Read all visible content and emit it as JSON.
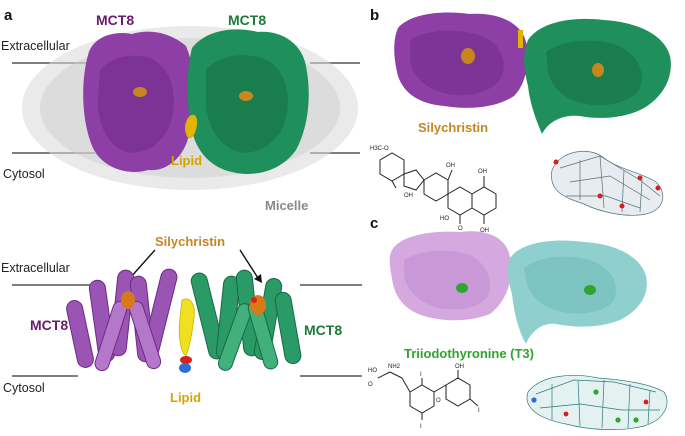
{
  "panels": {
    "a": "a",
    "b": "b",
    "c": "c"
  },
  "panel_a_top": {
    "extracellular": "Extracellular",
    "cytosol": "Cytosol",
    "mct8_left": "MCT8",
    "mct8_right": "MCT8",
    "lipid": "Lipid",
    "micelle": "Micelle"
  },
  "panel_a_bottom": {
    "silychristin": "Silychristin",
    "extracellular": "Extracellular",
    "cytosol": "Cytosol",
    "mct8_left": "MCT8",
    "mct8_right": "MCT8",
    "lipid": "Lipid"
  },
  "panel_b": {
    "silychristin": "Silychristin",
    "mol_methoxy": "H3C-O",
    "mol_oh": "OH",
    "mol_ho": "HO",
    "mol_o": "O"
  },
  "panel_c": {
    "t3": "Triiodothyronine (T3)",
    "mol_oh": "OH",
    "mol_nh2": "NH2",
    "mol_i": "I",
    "mol_o": "O",
    "mol_ho": "HO"
  },
  "colors": {
    "mct8_purple": "#8e3fa6",
    "mct8_green": "#1f8f5b",
    "mct8_label_purple": "#6a1b6e",
    "mct8_label_green": "#1d7a3a",
    "silychristin": "#c8861e",
    "lipid": "#e0b400",
    "micelle": "#8a8a8a",
    "t3_green": "#2fa52f",
    "t3_lilac": "#d6a8e0",
    "t3_cyan": "#8fd0cf",
    "mesh": "#5a6e78"
  }
}
